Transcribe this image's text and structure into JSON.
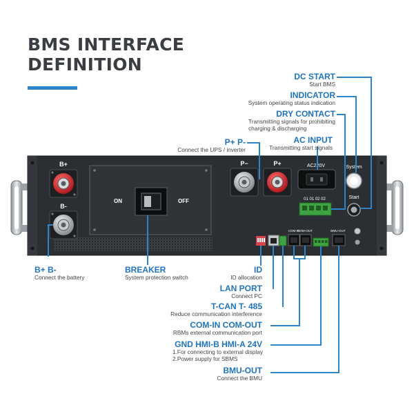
{
  "title": [
    "BMS INTERFACE",
    "DEFINITION"
  ],
  "accent_color": "#2d84c8",
  "device": {
    "terminal_bplus": "B+",
    "terminal_bminus": "B-",
    "breaker_on": "ON",
    "breaker_off": "OFF",
    "terminal_pminus": "P−",
    "terminal_pplus": "P+",
    "ac_socket": "AC220V",
    "system_label": "System",
    "start_label": "Start",
    "dry_contact_pins": "01 01 02 02",
    "port_labels": [
      "COM-IN",
      "COM-OUT",
      "BMU-OUT"
    ]
  },
  "callouts": {
    "dc_start": {
      "title": "DC START",
      "desc": [
        "Start BMS"
      ]
    },
    "indicator": {
      "title": "INDICATOR",
      "desc": [
        "System operating status indication"
      ]
    },
    "dry_contact": {
      "title": "DRY CONTACT",
      "desc": [
        "Transmitting signals for prohibiting",
        "charging & discharging"
      ]
    },
    "ac_input": {
      "title": "AC INPUT",
      "desc": [
        "Transmitting start signals"
      ]
    },
    "p_terminals": {
      "title": "P+ P-",
      "desc": [
        "Connect the UPS / inverter"
      ]
    },
    "b_terminals": {
      "title": "B+ B-",
      "desc": [
        "Connect the battery"
      ]
    },
    "breaker": {
      "title": "BREAKER",
      "desc": [
        "System protection switch"
      ]
    },
    "id": {
      "title": "ID",
      "desc": [
        "ID allocation"
      ]
    },
    "lan_port": {
      "title": "LAN PORT",
      "desc": [
        "Connect PC"
      ]
    },
    "tcan": {
      "title": "T-CAN T- 485",
      "desc": [
        "Reduce communication interference"
      ]
    },
    "com": {
      "title": "COM-IN COM-OUT",
      "desc": [
        "RBMs external communication port"
      ]
    },
    "gnd_hmi": {
      "title": "GND HMI-B HMI-A 24V",
      "desc": [
        "1.For connecting to external display",
        "2.Power supply for SBMS"
      ]
    },
    "bmu_out": {
      "title": "BMU-OUT",
      "desc": [
        "Connect the BMU"
      ]
    }
  }
}
